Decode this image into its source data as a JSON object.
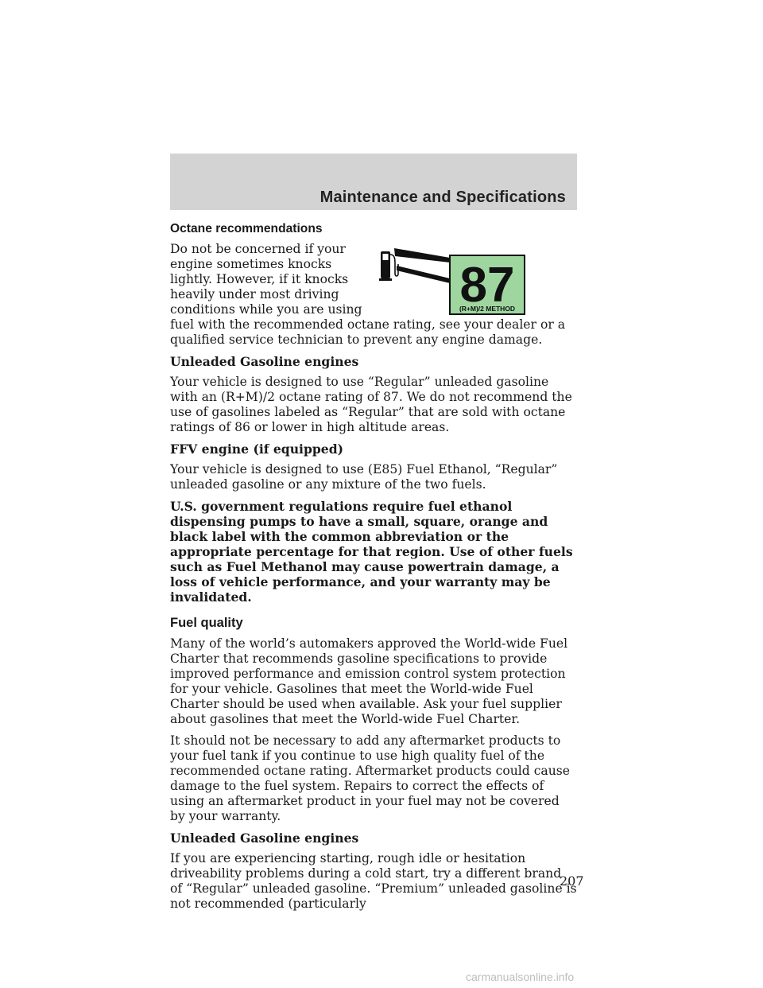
{
  "header": {
    "section_title": "Maintenance and Specifications"
  },
  "octane": {
    "heading": "Octane recommendations",
    "intro": "Do not be concerned if your engine sometimes knocks lightly. However, if it knocks heavily under most driving conditions while you are using fuel with the recommended octane rating, see your dealer or a qualified service technician to prevent any engine damage.",
    "label_number": "87",
    "label_method": "(R+M)/2 METHOD",
    "label_color": "#9fd6a0"
  },
  "unleaded1": {
    "heading": "Unleaded Gasoline engines",
    "text": "Your vehicle is designed to use “Regular” unleaded gasoline with an (R+M)/2 octane rating of 87. We do not recommend the use of gasolines labeled as “Regular” that are sold with octane ratings of 86 or lower in high altitude areas."
  },
  "ffv": {
    "heading": "FFV engine (if equipped)",
    "text": "Your vehicle is designed to use (E85) Fuel Ethanol, “Regular” unleaded gasoline or any mixture of the two fuels.",
    "warning": "U.S. government regulations require fuel ethanol dispensing pumps to have a small, square, orange and black label with the common abbreviation or the appropriate percentage for that region. Use of other fuels such as Fuel Methanol may cause powertrain damage, a loss of vehicle performance, and your warranty may be invalidated."
  },
  "quality": {
    "heading": "Fuel quality",
    "p1": "Many of the world’s automakers approved the World-wide Fuel Charter that recommends gasoline specifications to provide improved performance and emission control system protection for your vehicle. Gasolines that meet the World-wide Fuel Charter should be used when available. Ask your fuel supplier about gasolines that meet the World-wide Fuel Charter.",
    "p2": "It should not be necessary to add any aftermarket products to your fuel tank if you continue to use high quality fuel of the recommended octane rating. Aftermarket products could cause damage to the fuel system. Repairs to correct the effects of using an aftermarket product in your fuel may not be covered by your warranty."
  },
  "unleaded2": {
    "heading": "Unleaded Gasoline engines",
    "text": "If you are experiencing starting, rough idle or hesitation driveability problems during a cold start, try a different brand of “Regular” unleaded gasoline. “Premium” unleaded gasoline is not recommended (particularly"
  },
  "footer": {
    "page_number": "207",
    "watermark": "carmanualsonline.info"
  }
}
